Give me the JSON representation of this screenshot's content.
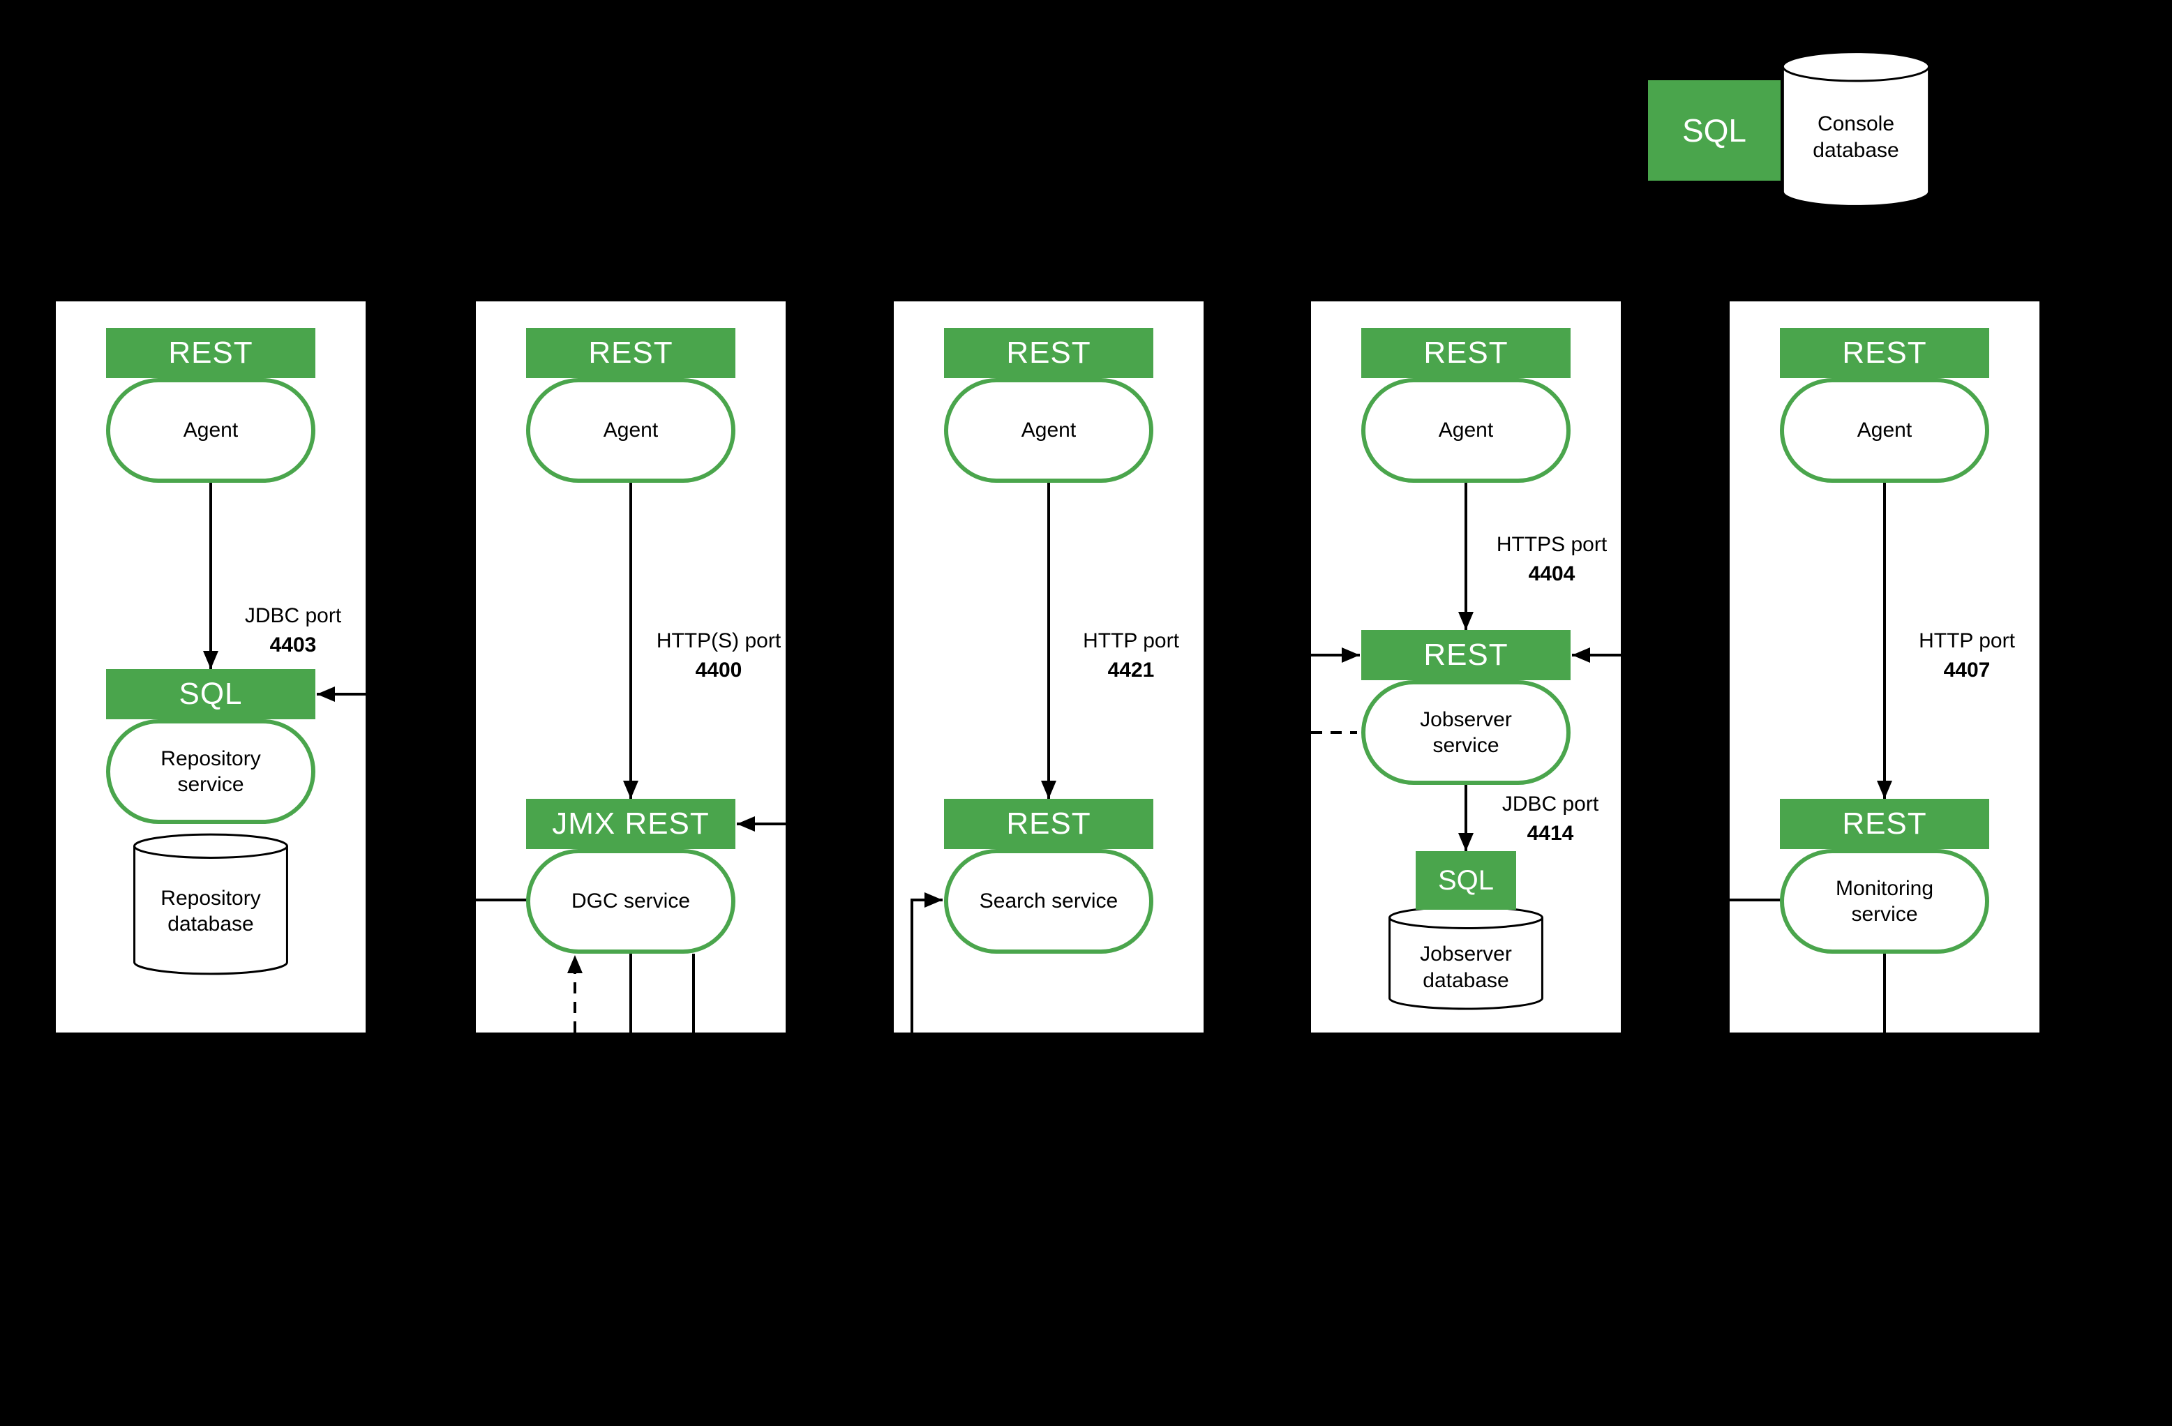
{
  "colors": {
    "green": "#4aa54c",
    "background": "#000000",
    "panel": "#ffffff",
    "line": "#000000"
  },
  "console": {
    "sql": "SQL",
    "database": "Console database"
  },
  "panels": [
    {
      "name": "repository",
      "protocol_top": "REST",
      "agent": "Agent",
      "port_label": "JDBC port",
      "port_number": "4403",
      "protocol_service": "SQL",
      "service": "Repository service",
      "database": "Repository database"
    },
    {
      "name": "dgc",
      "protocol_top": "REST",
      "agent": "Agent",
      "port_label": "HTTP(S) port",
      "port_number": "4400",
      "protocol_service": "JMX REST",
      "service": "DGC service"
    },
    {
      "name": "search",
      "protocol_top": "REST",
      "agent": "Agent",
      "port_label": "HTTP port",
      "port_number": "4421",
      "protocol_service": "REST",
      "service": "Search service"
    },
    {
      "name": "jobserver",
      "protocol_top": "REST",
      "agent": "Agent",
      "port_label": "HTTPS port",
      "port_number": "4404",
      "protocol_service": "REST",
      "service": "Jobserver service",
      "port_label2": "JDBC port",
      "port_number2": "4414",
      "protocol_db": "SQL",
      "database": "Jobserver database"
    },
    {
      "name": "monitoring",
      "protocol_top": "REST",
      "agent": "Agent",
      "port_label": "HTTP port",
      "port_number": "4407",
      "protocol_service": "REST",
      "service": "Monitoring service"
    }
  ]
}
